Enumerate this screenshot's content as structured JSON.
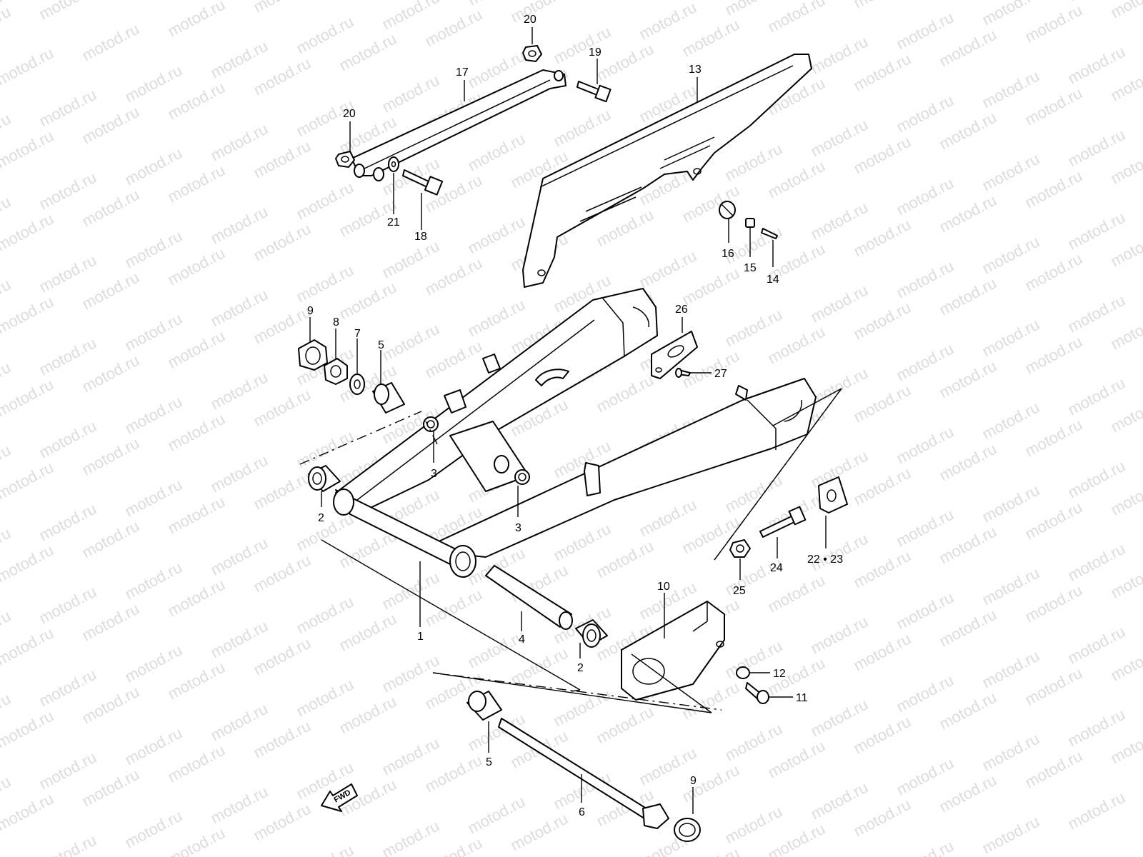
{
  "watermark": "motod.ru",
  "fwd_label": "FWD",
  "callouts": [
    {
      "id": "c-20a",
      "text": "20"
    },
    {
      "id": "c-19",
      "text": "19"
    },
    {
      "id": "c-17",
      "text": "17"
    },
    {
      "id": "c-13",
      "text": "13"
    },
    {
      "id": "c-20b",
      "text": "20"
    },
    {
      "id": "c-21",
      "text": "21"
    },
    {
      "id": "c-18",
      "text": "18"
    },
    {
      "id": "c-16",
      "text": "16"
    },
    {
      "id": "c-15",
      "text": "15"
    },
    {
      "id": "c-14",
      "text": "14"
    },
    {
      "id": "c-26",
      "text": "26"
    },
    {
      "id": "c-27",
      "text": "27"
    },
    {
      "id": "c-9a",
      "text": "9"
    },
    {
      "id": "c-8",
      "text": "8"
    },
    {
      "id": "c-7",
      "text": "7"
    },
    {
      "id": "c-5a",
      "text": "5"
    },
    {
      "id": "c-3a",
      "text": "3"
    },
    {
      "id": "c-3b",
      "text": "3"
    },
    {
      "id": "c-2a",
      "text": "2"
    },
    {
      "id": "c-22-23",
      "text": "22 • 23"
    },
    {
      "id": "c-24",
      "text": "24"
    },
    {
      "id": "c-25",
      "text": "25"
    },
    {
      "id": "c-10",
      "text": "10"
    },
    {
      "id": "c-1",
      "text": "1"
    },
    {
      "id": "c-4",
      "text": "4"
    },
    {
      "id": "c-2b",
      "text": "2"
    },
    {
      "id": "c-12",
      "text": "12"
    },
    {
      "id": "c-11",
      "text": "11"
    },
    {
      "id": "c-5b",
      "text": "5"
    },
    {
      "id": "c-9b",
      "text": "9"
    },
    {
      "id": "c-6",
      "text": "6"
    }
  ]
}
